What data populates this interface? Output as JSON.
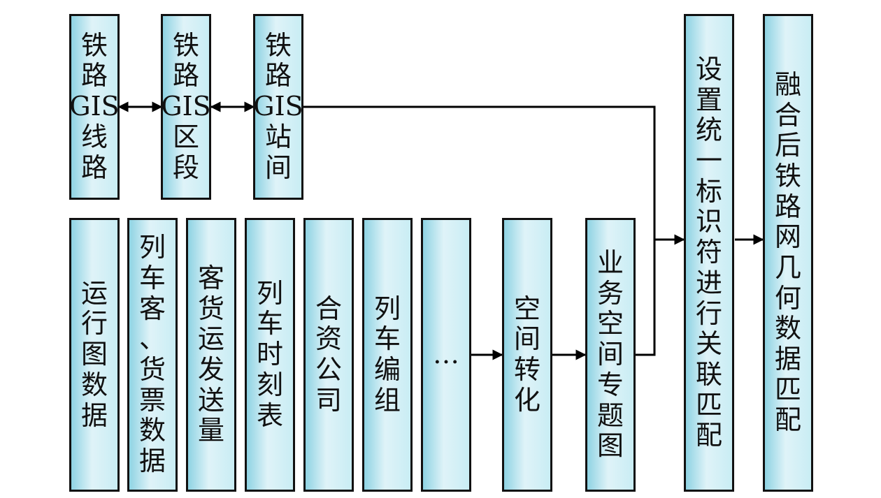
{
  "top_row": [
    {
      "id": "rail-gis-line",
      "lines": [
        "铁",
        "路",
        "GIS",
        "线",
        "路"
      ]
    },
    {
      "id": "rail-gis-section",
      "lines": [
        "铁",
        "路",
        "GIS",
        "区",
        "段"
      ]
    },
    {
      "id": "rail-gis-interval",
      "lines": [
        "铁",
        "路",
        "GIS",
        "站",
        "间"
      ]
    }
  ],
  "bottom_row": [
    {
      "id": "operation-diagram-data",
      "lines": [
        "运",
        "行",
        "图",
        "数",
        "据"
      ]
    },
    {
      "id": "train-passenger-freight-ticket-data",
      "lines": [
        "列",
        "车",
        "客",
        "、",
        "货",
        "票",
        "数",
        "据"
      ]
    },
    {
      "id": "passenger-freight-volume",
      "lines": [
        "客",
        "货",
        "运",
        "发",
        "送",
        "量"
      ]
    },
    {
      "id": "train-timetable",
      "lines": [
        "列",
        "车",
        "时",
        "刻",
        "表"
      ]
    },
    {
      "id": "joint-venture-company",
      "lines": [
        "合",
        "资",
        "公",
        "司"
      ]
    },
    {
      "id": "train-formation",
      "lines": [
        "列",
        "车",
        "编",
        "组"
      ]
    },
    {
      "id": "ellipsis",
      "lines": [
        "…"
      ]
    }
  ],
  "process": [
    {
      "id": "spatial-conversion",
      "lines": [
        "空",
        "间",
        "转",
        "化"
      ]
    },
    {
      "id": "business-spatial-thematic-map",
      "lines": [
        "业",
        "务",
        "空",
        "间",
        "专",
        "题",
        "图"
      ]
    },
    {
      "id": "unified-identifier-matching",
      "lines": [
        "设",
        "置",
        "统",
        "一",
        "标",
        "识",
        "符",
        "进",
        "行",
        "关",
        "联",
        "匹",
        "配"
      ]
    },
    {
      "id": "fused-railway-geometry-matching",
      "lines": [
        "融",
        "合",
        "后",
        "铁",
        "路",
        "网",
        "几",
        "何",
        "数",
        "据",
        "匹",
        "配"
      ]
    }
  ]
}
